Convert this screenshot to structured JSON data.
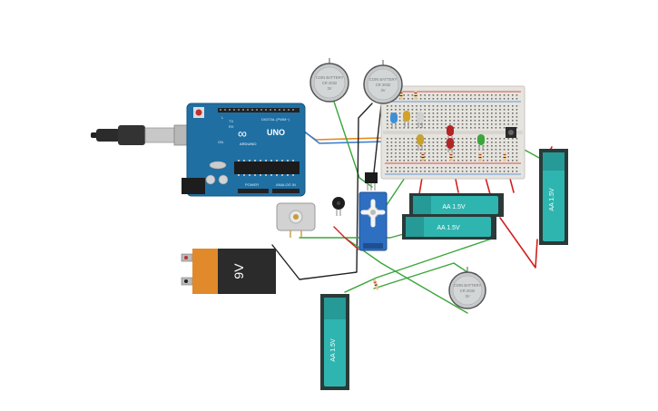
{
  "arduino": {
    "logo": "∞",
    "model": "UNO",
    "brand": "ARDUINO",
    "on_label": "ON",
    "power_label": "POWER",
    "analog_label": "ANALOG IN",
    "digital_label": "DIGITAL (PWM~)",
    "tx_label": "TX",
    "rx_label": "RX",
    "l_label": "L"
  },
  "battery_9v": {
    "label": "9V"
  },
  "aa_batteries": [
    {
      "label": "AA 1.5V"
    },
    {
      "label": "AA 1.5V"
    },
    {
      "label": "AA 1.5V"
    },
    {
      "label": "AA 1.5V"
    }
  ],
  "coin_cells": [
    {
      "line1": "COIN BATTERY",
      "line2": "CR 2032",
      "line3": "3V"
    },
    {
      "line1": "COIN BATTERY",
      "line2": "CR 2032",
      "line3": "3V"
    },
    {
      "line1": "COIN BATTERY",
      "line2": "CR 2032",
      "line3": "3V"
    }
  ],
  "colors": {
    "arduino_blue": "#1f6fa3",
    "battery_teal": "#2fb5b0",
    "battery_dark": "#2a3a38",
    "nine_volt_orange": "#e08a2c",
    "wire_green": "#3aa53a",
    "wire_red": "#d21f1f",
    "wire_black": "#222222",
    "wire_orange": "#e58a1a",
    "wire_blue": "#3a7fd1",
    "breadboard": "#e6e4df",
    "servo_blue": "#2f6fc2"
  },
  "icons": {
    "usb_cable": "usb-cable-icon",
    "dc_motor": "dc-motor-icon",
    "servo": "servo-motor-icon",
    "buzzer": "piezo-buzzer-icon",
    "pushbutton": "pushbutton-icon",
    "transistor": "transistor-icon"
  }
}
